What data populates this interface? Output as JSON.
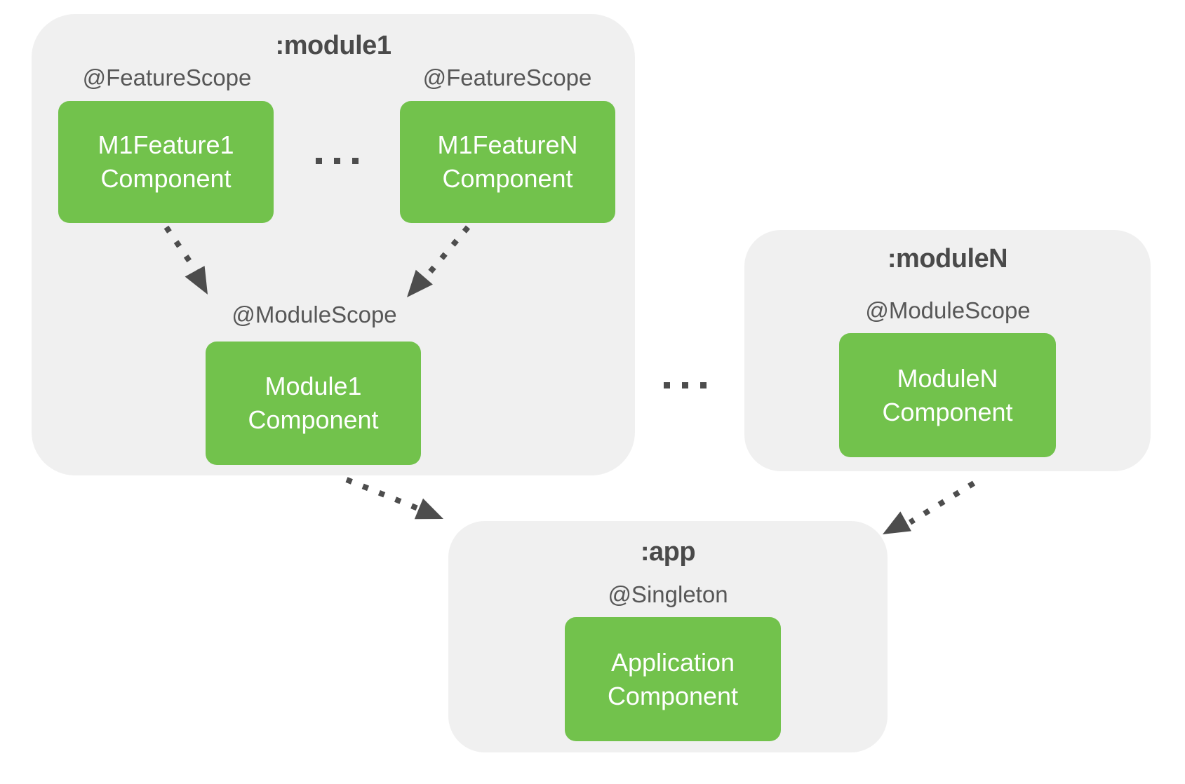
{
  "diagram": {
    "module1": {
      "title": ":module1",
      "feature1_scope": "@FeatureScope",
      "feature1_line1": "M1Feature1",
      "feature1_line2": "Component",
      "feature2_scope": "@FeatureScope",
      "feature2_line1": "M1FeatureN",
      "feature2_line2": "Component",
      "features_ellipsis": "...",
      "module_scope": "@ModuleScope",
      "module_line1": "Module1",
      "module_line2": "Component"
    },
    "moduleN": {
      "title": ":moduleN",
      "scope": "@ModuleScope",
      "box_line1": "ModuleN",
      "box_line2": "Component"
    },
    "modules_ellipsis": "...",
    "app": {
      "title": ":app",
      "scope": "@Singleton",
      "box_line1": "Application",
      "box_line2": "Component"
    },
    "colors": {
      "box_green": "#72C24C",
      "container_gray": "#F0F0F0",
      "title_text": "#4A4A4A",
      "label_text": "#575757",
      "box_text": "#FFFFFF",
      "arrow": "#4D4D4D"
    }
  }
}
